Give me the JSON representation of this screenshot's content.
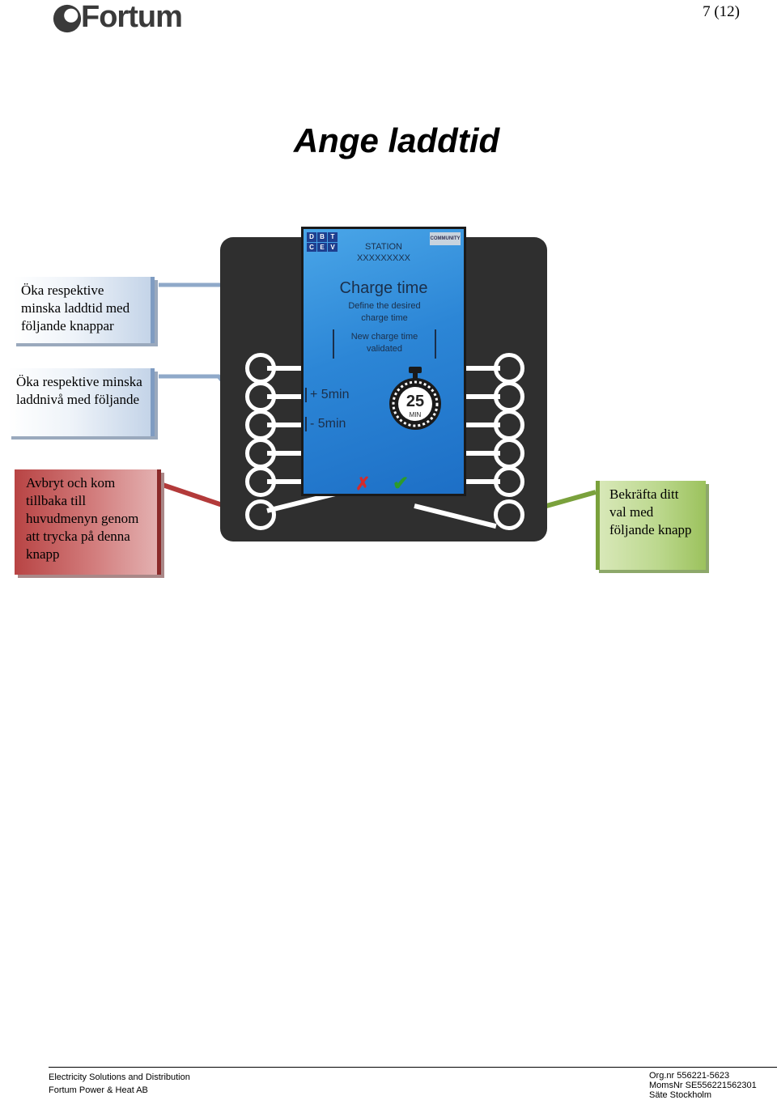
{
  "header": {
    "logo_text": "Fortum",
    "page_number": "7 (12)"
  },
  "title": "Ange laddtid",
  "callouts": {
    "time_buttons": "Öka respektive minska laddtid med följande knappar",
    "level_buttons": "Öka respektive minska laddnivå med följande",
    "cancel": "Avbryt och kom tillbaka till huvudmenyn genom att trycka på denna knapp",
    "confirm": "Bekräfta ditt val med följande knapp"
  },
  "screen": {
    "logo_letters": [
      "D",
      "B",
      "T",
      "C",
      "E",
      "V"
    ],
    "brand": "COMMUNITY",
    "station_label": "STATION",
    "station_id": "XXXXXXXXX",
    "heading": "Charge time",
    "subheading": "Define the desired charge time",
    "status": "New charge time validated",
    "plus_label": "+ 5min",
    "minus_label": "- 5min",
    "timer_value": "25",
    "timer_unit": "MIN",
    "cancel_icon": "x-icon",
    "confirm_icon": "check-icon"
  },
  "colors": {
    "blue_callout": "#c4d4e8",
    "red_callout": "#b84444",
    "green_callout": "#9cc25d",
    "device_body": "#2f2f2f",
    "screen": "#2c86d6"
  },
  "footer": {
    "left": [
      "Electricity Solutions and Distribution",
      "Fortum Power & Heat AB"
    ],
    "right": [
      "Org.nr 556221-5623",
      "MomsNr SE556221562301",
      "Säte Stockholm"
    ]
  }
}
